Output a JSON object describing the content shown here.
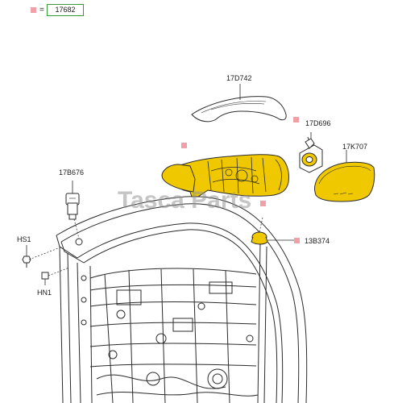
{
  "legend": {
    "equals": "=",
    "part_number": "17682"
  },
  "callouts": {
    "mirror_cover": "17D742",
    "glass_motor": "17D696",
    "mirror_glass": "17K707",
    "connector": "17B676",
    "grommet": "13B374",
    "bolt": "HS1",
    "nut": "HN1"
  },
  "watermark": "Tasca Parts",
  "colors": {
    "marker": "#f2a0a8",
    "legend_border": "#3a9a3a",
    "highlight": "#f0c800",
    "line": "#2b2b2b"
  }
}
